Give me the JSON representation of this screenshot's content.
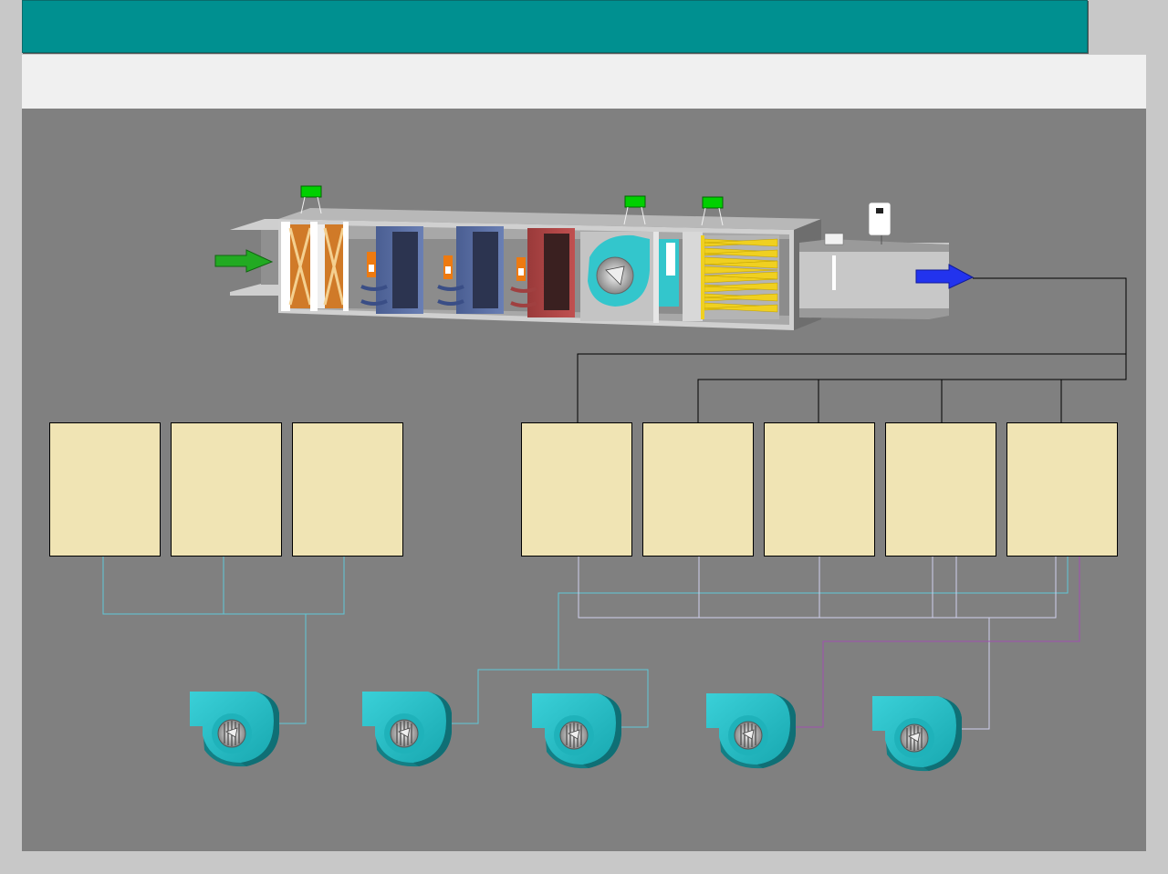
{
  "header": {
    "title": ""
  },
  "colors": {
    "header_bg": "#009090",
    "canvas_bg": "#808080",
    "room_fill": "#f0e4b4",
    "fan_color": "#33c6cc",
    "inlet_arrow": "#22aa22",
    "outlet_arrow": "#2233ee",
    "indicator_green": "#00d000",
    "supply_duct_line": "#000000",
    "cyan_line": "#5fc8d8",
    "lavender_line": "#c8c8e8",
    "purple_line": "#a050b0"
  },
  "ahu": {
    "sections": [
      "inlet",
      "filter",
      "filter",
      "cooling-coil",
      "cooling-coil",
      "heating-coil",
      "supply-fan",
      "humidifier",
      "outlet"
    ],
    "indicators": [
      "filter-status",
      "fan-status",
      "humidifier-status"
    ],
    "icons": [
      "inlet-arrow-icon",
      "outlet-arrow-icon",
      "valve-actuator-icon",
      "fan-icon",
      "sensor-icon"
    ]
  },
  "rooms": {
    "left_group_count": 3,
    "right_group_count": 5
  },
  "exhaust_fans": {
    "count": 5,
    "icon": "centrifugal-fan-icon"
  }
}
